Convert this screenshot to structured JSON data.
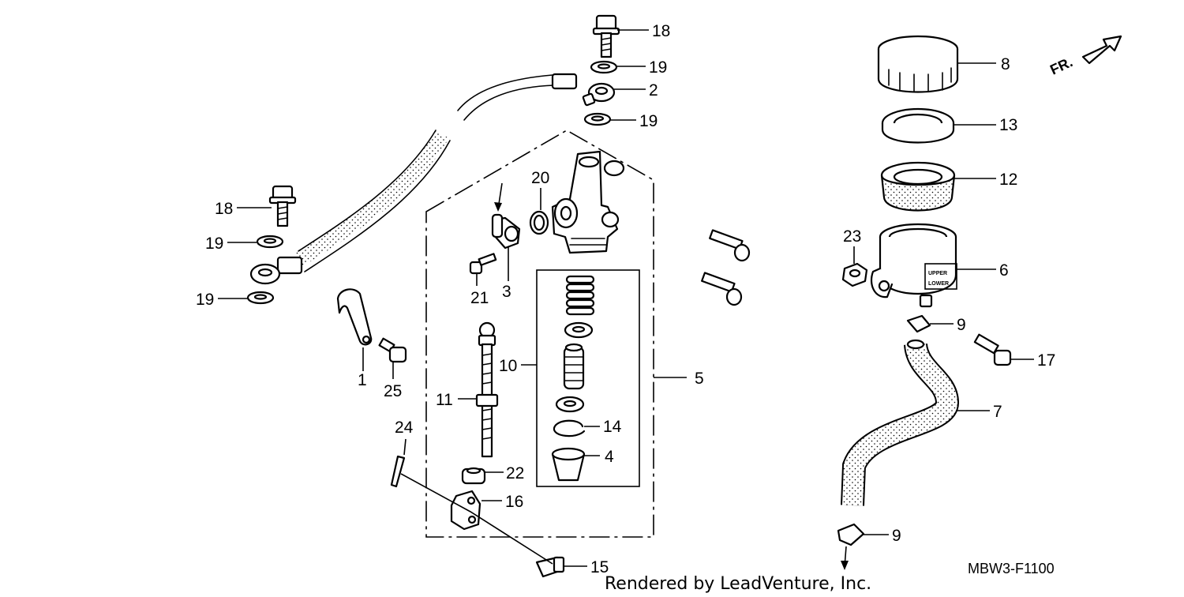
{
  "diagram": {
    "diagram_code": "MBW3-F1100",
    "credit": "Rendered by LeadVenture, Inc.",
    "direction_marker": "FR.",
    "reservoir_labels": [
      "UPPER",
      "LOWER"
    ],
    "callouts": [
      {
        "id": "c1",
        "text": "1"
      },
      {
        "id": "c2",
        "text": "2"
      },
      {
        "id": "c3",
        "text": "3"
      },
      {
        "id": "c4",
        "text": "4"
      },
      {
        "id": "c5",
        "text": "5"
      },
      {
        "id": "c6",
        "text": "6"
      },
      {
        "id": "c7",
        "text": "7"
      },
      {
        "id": "c8",
        "text": "8"
      },
      {
        "id": "c9a",
        "text": "9"
      },
      {
        "id": "c9b",
        "text": "9"
      },
      {
        "id": "c10",
        "text": "10"
      },
      {
        "id": "c11",
        "text": "11"
      },
      {
        "id": "c12",
        "text": "12"
      },
      {
        "id": "c13",
        "text": "13"
      },
      {
        "id": "c14",
        "text": "14"
      },
      {
        "id": "c15",
        "text": "15"
      },
      {
        "id": "c16",
        "text": "16"
      },
      {
        "id": "c17",
        "text": "17"
      },
      {
        "id": "c18a",
        "text": "18"
      },
      {
        "id": "c18b",
        "text": "18"
      },
      {
        "id": "c19a",
        "text": "19"
      },
      {
        "id": "c19b",
        "text": "19"
      },
      {
        "id": "c19c",
        "text": "19"
      },
      {
        "id": "c19d",
        "text": "19"
      },
      {
        "id": "c20",
        "text": "20"
      },
      {
        "id": "c21",
        "text": "21"
      },
      {
        "id": "c22",
        "text": "22"
      },
      {
        "id": "c23",
        "text": "23"
      },
      {
        "id": "c24",
        "text": "24"
      },
      {
        "id": "c25",
        "text": "25"
      }
    ]
  }
}
